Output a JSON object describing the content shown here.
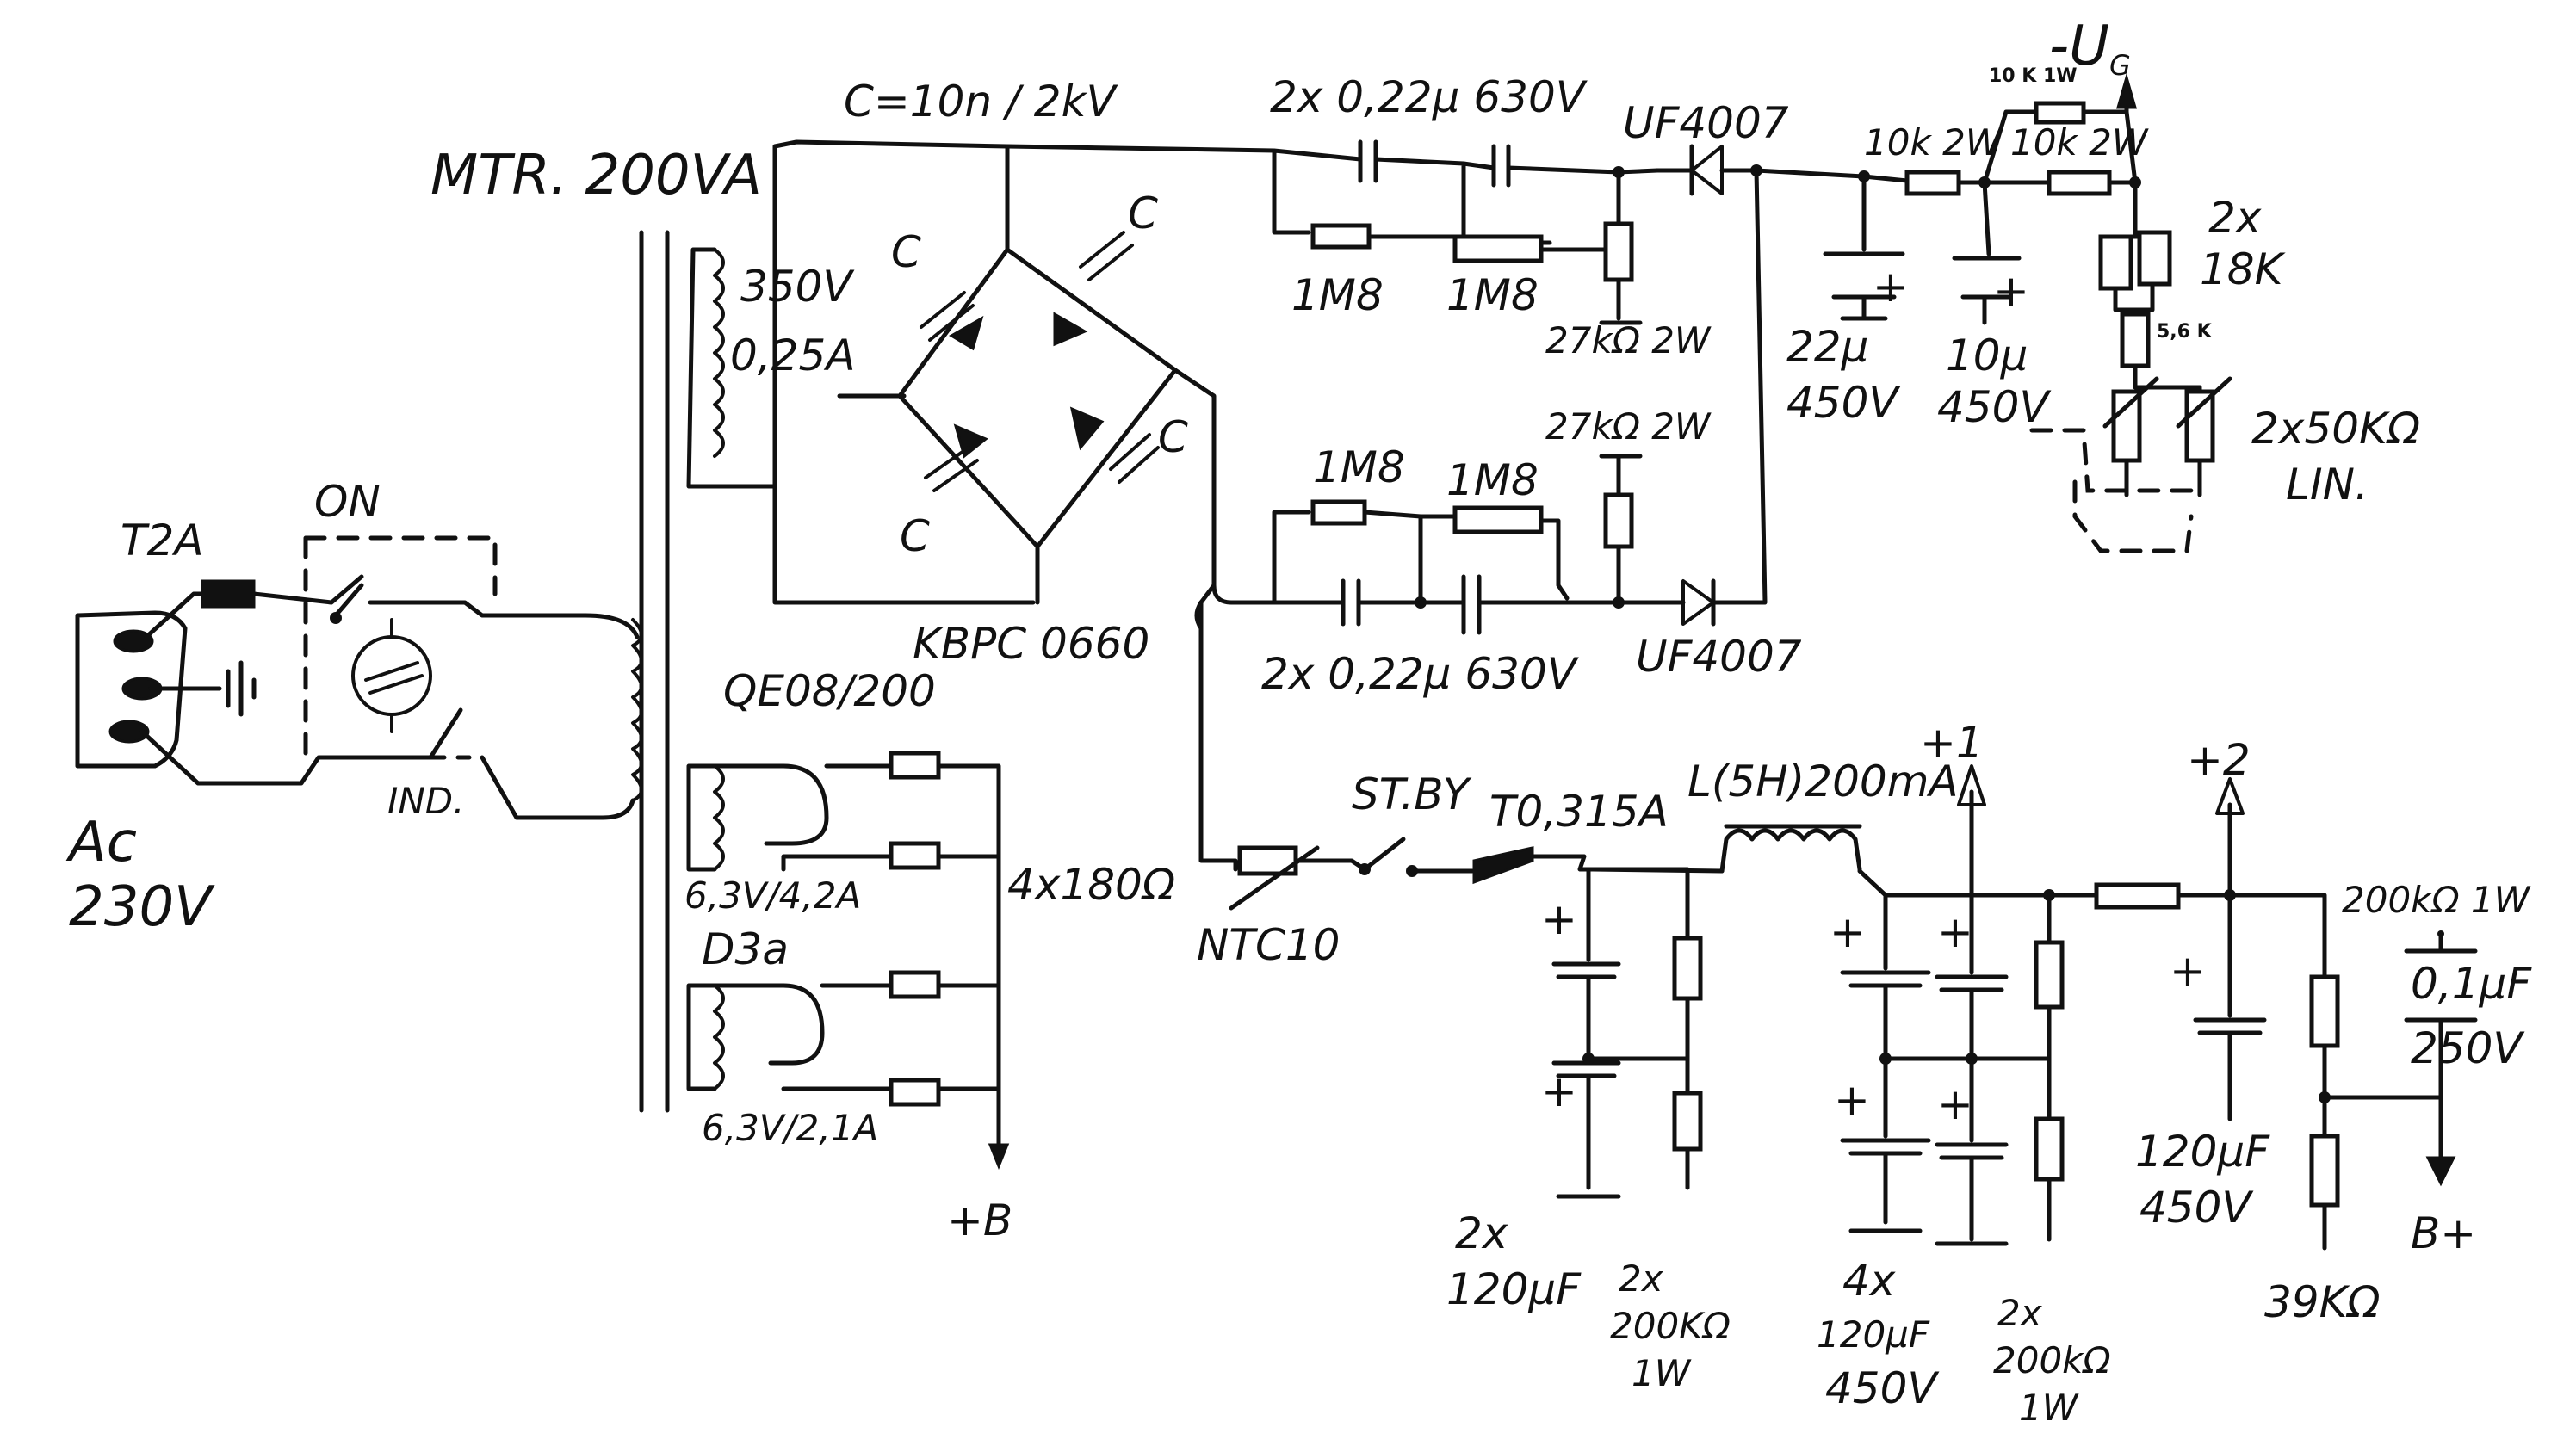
{
  "diagram": {
    "labels": {
      "transformer": "MTR. 200VA",
      "capacitor_main": "C=10n / 2kV",
      "series_caps_top": "2x 0,22μ 630V",
      "diode_top": "UF4007",
      "ug": "-U",
      "ug_sub": "G",
      "res_10k_1w": "10 K 1W",
      "res_10k_2w_a": "10k 2W",
      "res_10k_2w_b": "10k 2W",
      "sec_350v": "350V",
      "sec_025a": "0,25A",
      "c_bridge_1": "C",
      "c_bridge_2": "C",
      "c_bridge_3": "C",
      "c_bridge_4": "C",
      "res_1m8_a": "1M8",
      "res_1m8_b": "1M8",
      "res_27k_top": "27kΩ 2W",
      "cap_22u": "22μ",
      "cap_22u_v": "450V",
      "cap_10u": "10μ",
      "cap_10u_v": "450V",
      "res_2x18k_a": "2x",
      "res_2x18k_b": "18K",
      "res_5_6k": "5,6 K",
      "pot": "2x50KΩ",
      "pot_lin": "LIN.",
      "res_1m8_c": "1M8",
      "res_1m8_d": "1M8",
      "res_27k_bot": "27kΩ 2W",
      "fuse_t2a": "T2A",
      "switch_on": "ON",
      "bridge": "KBPC 0660",
      "series_caps_bot": "2x 0,22μ 630V",
      "diode_bot": "UF4007",
      "tube_qe08": "QE08/200",
      "heater_1": "6,3V/4,2A",
      "res_4x180": "4x180Ω",
      "tube_d3a": "D3a",
      "heater_2": "6,3V/2,1A",
      "plus_b_left": "+B",
      "ac": "Ac",
      "ac_v": "230V",
      "ind": "IND.",
      "ntc": "NTC10",
      "standby": "ST.BY",
      "fuse_t0315": "T0,315A",
      "choke": "L(5H)200mA",
      "plus_1": "+1",
      "plus_2": "+2",
      "res_200k_1w": "200kΩ 1W",
      "cap_01u": "0,1μF",
      "cap_01u_v": "250V",
      "cap_120_a": "2x",
      "cap_120_b": "120μF",
      "res_200k_a1": "2x",
      "res_200k_a2": "200KΩ",
      "res_200k_a3": "1W",
      "cap_4x_a": "4x",
      "cap_4x_b": "120μF",
      "cap_4x_c": "450V",
      "res_200k_b1": "2x",
      "res_200k_b2": "200kΩ",
      "res_200k_b3": "1W",
      "cap_120_450_a": "120μF",
      "cap_120_450_b": "450V",
      "res_39k": "39KΩ",
      "b_plus": "B+",
      "plus_sign": "+"
    }
  }
}
